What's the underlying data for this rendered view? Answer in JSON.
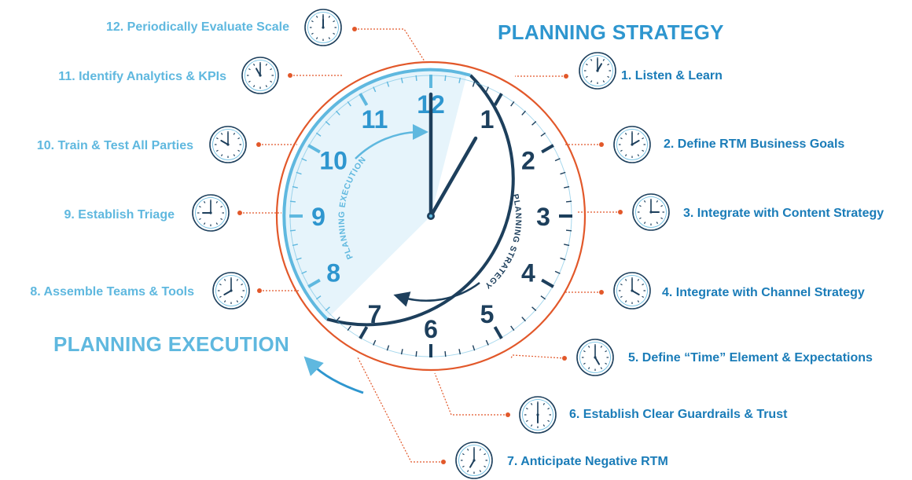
{
  "titles": {
    "strategy": "PLANNING STRATEGY",
    "execution": "PLANNING EXECUTION",
    "arc_strategy": "PLANNING STRATEGY",
    "arc_execution": "PLANNING EXECUTION"
  },
  "clock_numbers": [
    "12",
    "1",
    "2",
    "3",
    "4",
    "5",
    "6",
    "7",
    "8",
    "9",
    "10",
    "11"
  ],
  "steps": [
    {
      "id": 1,
      "label": "1. Listen & Learn",
      "time": "1:00"
    },
    {
      "id": 2,
      "label": "2. Define RTM Business Goals",
      "time": "2:00"
    },
    {
      "id": 3,
      "label": "3. Integrate with Content Strategy",
      "time": "3:00"
    },
    {
      "id": 4,
      "label": "4. Integrate with Channel Strategy",
      "time": "4:00"
    },
    {
      "id": 5,
      "label": "5. Define “Time” Element & Expectations",
      "time": "5:00"
    },
    {
      "id": 6,
      "label": "6. Establish Clear Guardrails & Trust",
      "time": "6:00"
    },
    {
      "id": 7,
      "label": "7. Anticipate Negative RTM",
      "time": "7:00"
    },
    {
      "id": 8,
      "label": "8. Assemble Teams & Tools",
      "time": "8:00"
    },
    {
      "id": 9,
      "label": "9. Establish Triage",
      "time": "9:00"
    },
    {
      "id": 10,
      "label": "10. Train & Test All Parties",
      "time": "10:00"
    },
    {
      "id": 11,
      "label": "11. Identify Analytics & KPIs",
      "time": "11:00"
    },
    {
      "id": 12,
      "label": "12. Periodically Evaluate Scale",
      "time": "12:00"
    }
  ],
  "colors": {
    "dark_blue": "#1d3f5c",
    "light_blue": "#5fb8df",
    "mid_blue": "#2e96cf",
    "orange": "#e2582a",
    "shade": "#e6f4fb"
  }
}
